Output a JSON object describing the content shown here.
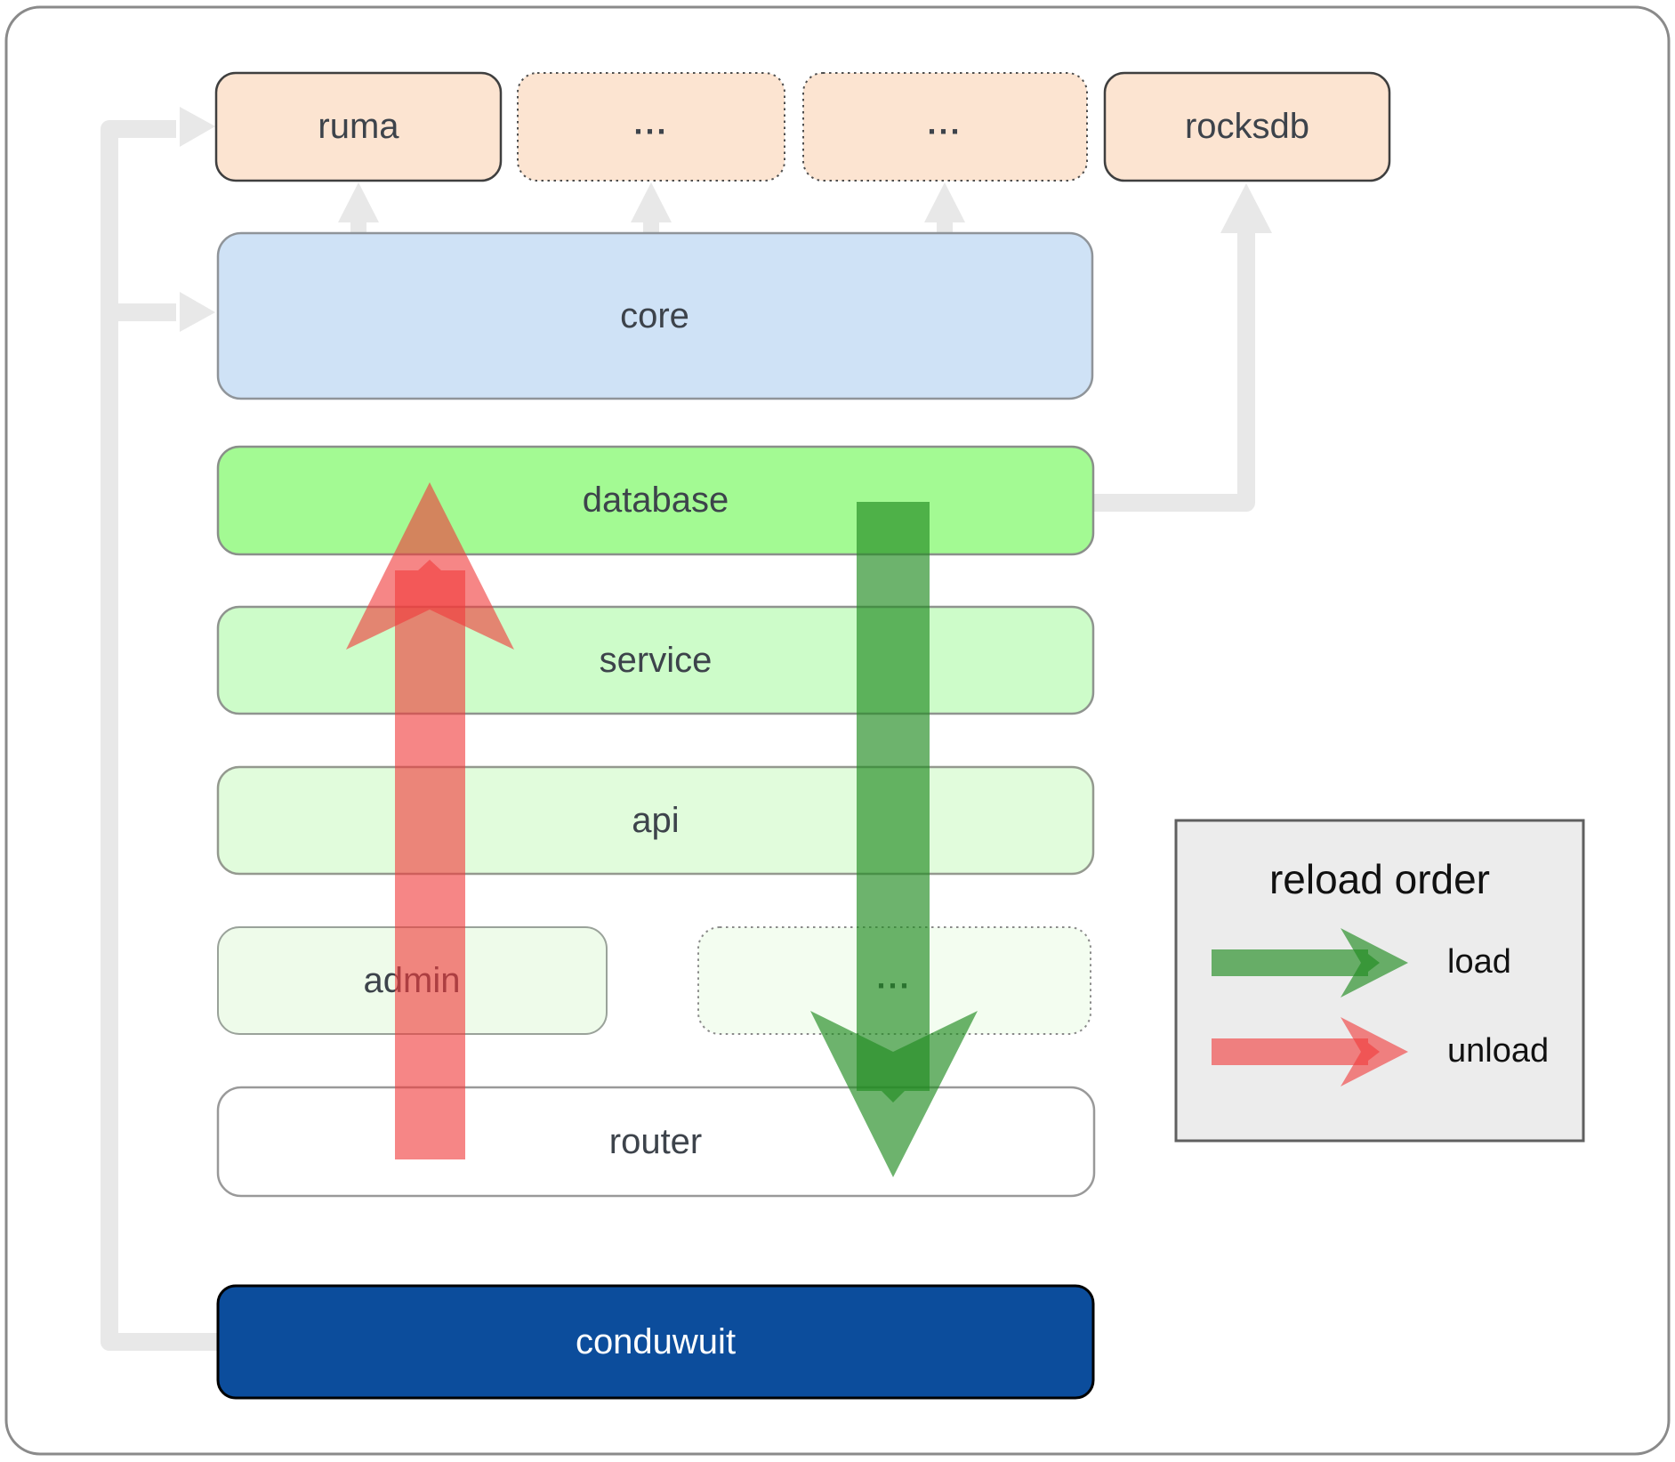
{
  "colors": {
    "peach": "#fce4d1",
    "blue": "#cfe2f6",
    "green_db": "#a3fa93",
    "green_service": "#cdfcc9",
    "green_api": "#e1fcdc",
    "green_admin": "#eefbea",
    "green_dots": "#f3fdf0",
    "white": "#ffffff",
    "navy": "#0c4d9c",
    "legend_bg": "#ececec",
    "connector_gray": "#e8e8e8",
    "load_green": "#228b22",
    "unload_red": "#f03c3c"
  },
  "nodes": {
    "ruma": "ruma",
    "dots_top_1": "...",
    "dots_top_2": "...",
    "rocksdb": "rocksdb",
    "core": "core",
    "database": "database",
    "service": "service",
    "api": "api",
    "admin": "admin",
    "dots_admin": "...",
    "router": "router",
    "conduwuit": "conduwuit"
  },
  "legend": {
    "title": "reload order",
    "load": "load",
    "unload": "unload"
  }
}
